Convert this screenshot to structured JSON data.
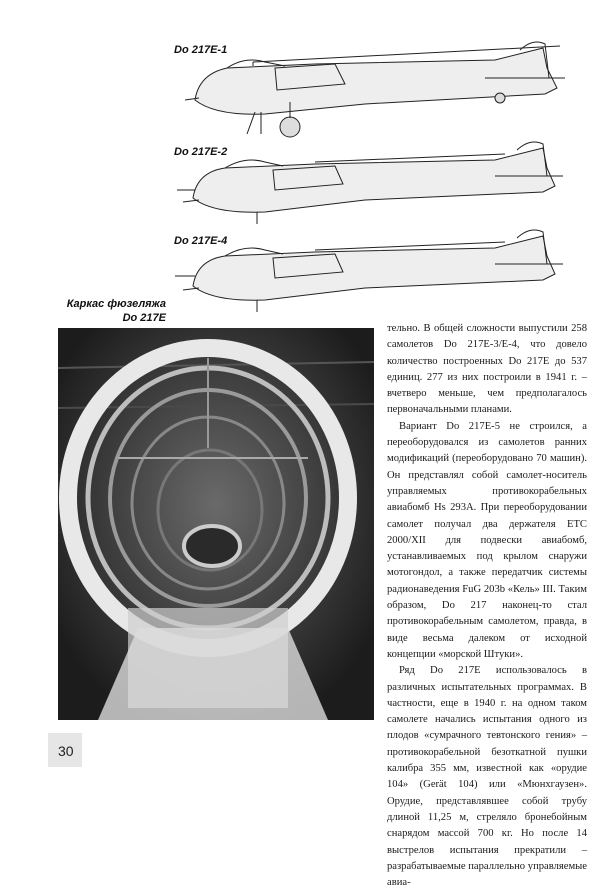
{
  "variants": [
    {
      "label": "Do 217E-1"
    },
    {
      "label": "Do 217E-2"
    },
    {
      "label": "Do 217E-4"
    }
  ],
  "caption": {
    "line1": "Каркас фюзеляжа",
    "line2": "Do 217E"
  },
  "paragraphs": [
    "тельно. В общей сложности выпустили 258 самолетов Do 217E-3/E-4, что довело количество построенных Do 217E до 537 единиц. 277 из них построили в 1941 г. – вчетверо меньше, чем предполагалось первоначальными планами.",
    "Вариант Do 217E-5 не строился, а переоборудовался из самолетов ранних модификаций (переоборудовано 70 машин). Он представлял собой самолет-носитель управляемых противокорабельных авиабомб Hs 293A. При переоборудовании самолет получал два держателя ETC 2000/XII для подвески авиабомб, устанавливаемых под крылом снаружи мотогондол, а также передатчик системы радионаведения FuG 203b «Кель» III. Таким образом, Do 217 наконец-то стал противокорабельным самолетом, правда, в виде весьма далеком от исходной концепции «морской Штуки».",
    "Ряд Do 217E использовалось в различных испытательных программах. В частности, еще в 1940 г. на одном таком самолете начались испытания одного из плодов «сумрачного тевтонского гения» – противокорабельной безоткатной пушки калибра 355 мм, известной как «орудие 104» (Gerät 104) или «Мюнхгаузен». Орудие, представлявшее собой трубу длиной 11,25 м, стреляло бронебойным снарядом массой 700 кг. Но после 14 выстрелов испытания прекратили – разрабатываемые параллельно управляемые авиа-"
  ],
  "page_number": "30"
}
